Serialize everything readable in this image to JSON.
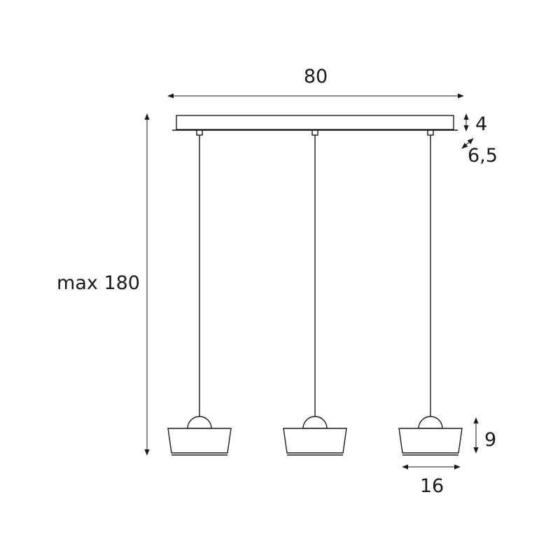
{
  "dimensions": {
    "width": "80",
    "height_max": "max 180",
    "canopy_height": "4",
    "canopy_depth": "6,5",
    "shade_height": "9",
    "shade_diameter": "16"
  },
  "colors": {
    "stroke": "#1a1a1a",
    "background": "#ffffff"
  }
}
